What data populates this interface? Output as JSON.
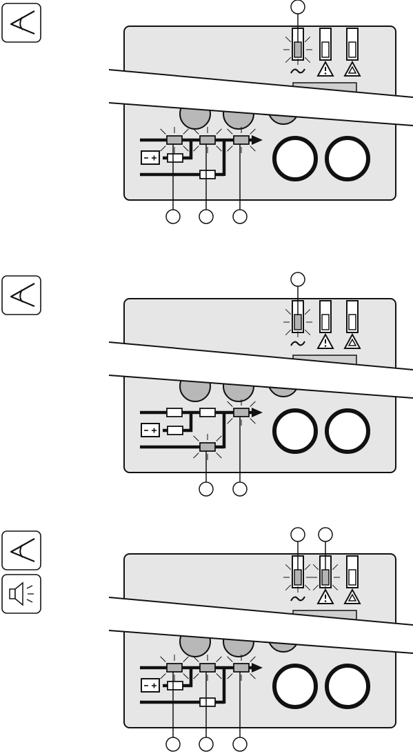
{
  "page": {
    "background": "#ffffff",
    "panel_fill": "#e6e6e6",
    "stroke": "#111111",
    "lit_led": "#b4b4b4",
    "unlit_led": "#ffffff",
    "flow_line": "#111111"
  },
  "diagrams": [
    {
      "id": "diagram-1",
      "side_icons": [
        "eye-icon"
      ],
      "status_leds": {
        "ac_mains": "on",
        "warning": "off",
        "fault": "off"
      },
      "callouts_top": [
        "ac_mains"
      ],
      "flow_leds": {
        "battery": "on",
        "inverter": "on",
        "load": "on",
        "bypass": "off"
      },
      "callouts_bottom": [
        "battery",
        "inverter",
        "load"
      ]
    },
    {
      "id": "diagram-2",
      "side_icons": [
        "eye-icon"
      ],
      "status_leds": {
        "ac_mains": "on",
        "warning": "off",
        "fault": "off"
      },
      "callouts_top": [
        "ac_mains"
      ],
      "flow_leds": {
        "battery": "off",
        "inverter": "off",
        "load": "on",
        "bypass": "on"
      },
      "callouts_bottom": [
        "bypass",
        "load"
      ]
    },
    {
      "id": "diagram-3",
      "side_icons": [
        "eye-icon",
        "buzzer-icon"
      ],
      "status_leds": {
        "ac_mains": "on",
        "warning": "on",
        "fault": "off"
      },
      "callouts_top": [
        "ac_mains",
        "warning"
      ],
      "flow_leds": {
        "battery": "on",
        "inverter": "on",
        "load": "on",
        "bypass": "off"
      },
      "callouts_bottom": [
        "battery",
        "inverter",
        "load"
      ]
    }
  ]
}
